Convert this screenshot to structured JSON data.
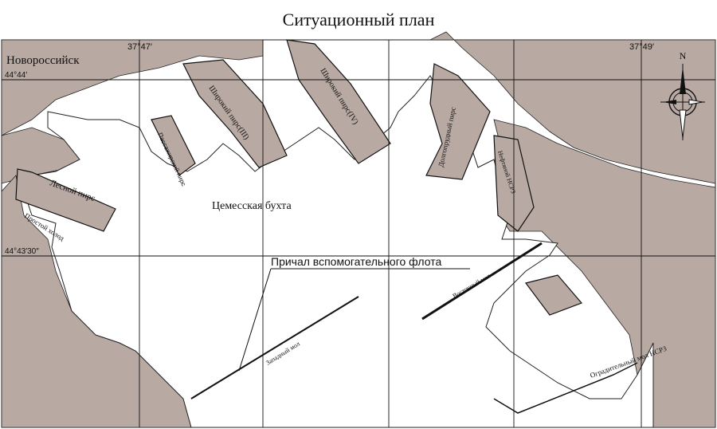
{
  "title": "Ситуационный план",
  "coordinates": {
    "lon_1": "37°47′",
    "lon_2": "37°49′",
    "lat_1": "44°44′",
    "lat_2": "44°43′30″"
  },
  "labels": {
    "city": "Новороссийск",
    "bay": "Цемесская бухта",
    "berth": "Причал вспомогательного флота",
    "pier_les": "Лесной пирс",
    "pier_prostoi": "Простой холод",
    "pier_shirokiy_3": "Широкий пирс(III)",
    "pier_shirokiy_4": "Широкий пирс(IV)",
    "pier_passenger": "Пассажирский пирс",
    "pier_dolphin": "Долгопрудный пирс",
    "pier_nkrs": "Нефтяной НСРЗ",
    "mol_west": "Западный мол",
    "mol_east": "Восточный мол",
    "mol_protect": "Оградительный мол НСРЗ"
  },
  "compass": {
    "north_label": "N"
  },
  "colors": {
    "land": "#b8a9a3",
    "water": "#ffffff",
    "line": "#111111"
  }
}
